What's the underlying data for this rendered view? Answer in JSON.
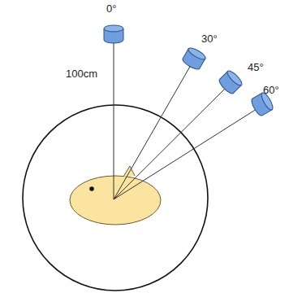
{
  "diagram": {
    "labels": [
      "0°",
      "30°",
      "45°",
      "60°",
      "100cm"
    ]
  }
}
